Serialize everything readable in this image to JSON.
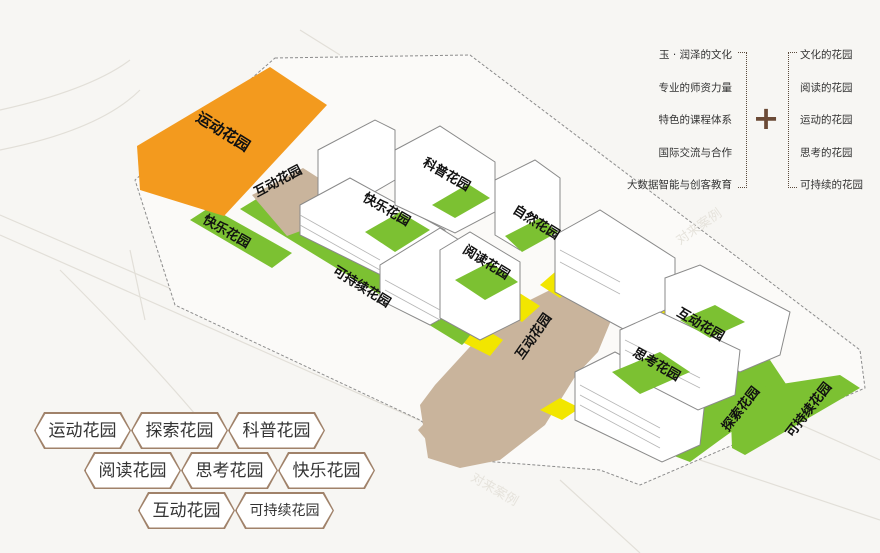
{
  "plan_labels": {
    "sports": "运动花园",
    "interact_left": "互动花园",
    "happy_strip": "快乐花园",
    "happy_bldg": "快乐花园",
    "science": "科普花园",
    "nature": "自然花园",
    "reading": "阅读花园",
    "sustain_strip": "可持续花园",
    "interact_center": "互动花园",
    "interact_right": "互动花园",
    "thinking": "思考花园",
    "explore": "探索花园",
    "sustain_right": "可持续花园"
  },
  "legend": {
    "left": [
      "玉 · 润泽的文化",
      "专业的师资力量",
      "特色的课程体系",
      "国际交流与合作",
      "大数据智能与创客教育"
    ],
    "plus": "+",
    "right": [
      "文化的花园",
      "阅读的花园",
      "运动的花园",
      "思考的花园",
      "可持续的花园"
    ]
  },
  "chips": {
    "row1": [
      "运动花园",
      "探索花园",
      "科普花园"
    ],
    "row2": [
      "阅读花园",
      "思考花园",
      "快乐花园"
    ],
    "row3": [
      "互动花园",
      "可持续花园"
    ]
  },
  "colors": {
    "orange": "#f39a1e",
    "green": "#7cc132",
    "yellow": "#f2e600",
    "tan": "#c9b49c",
    "building": "#ffffff",
    "chip_border": "#a0826a"
  }
}
